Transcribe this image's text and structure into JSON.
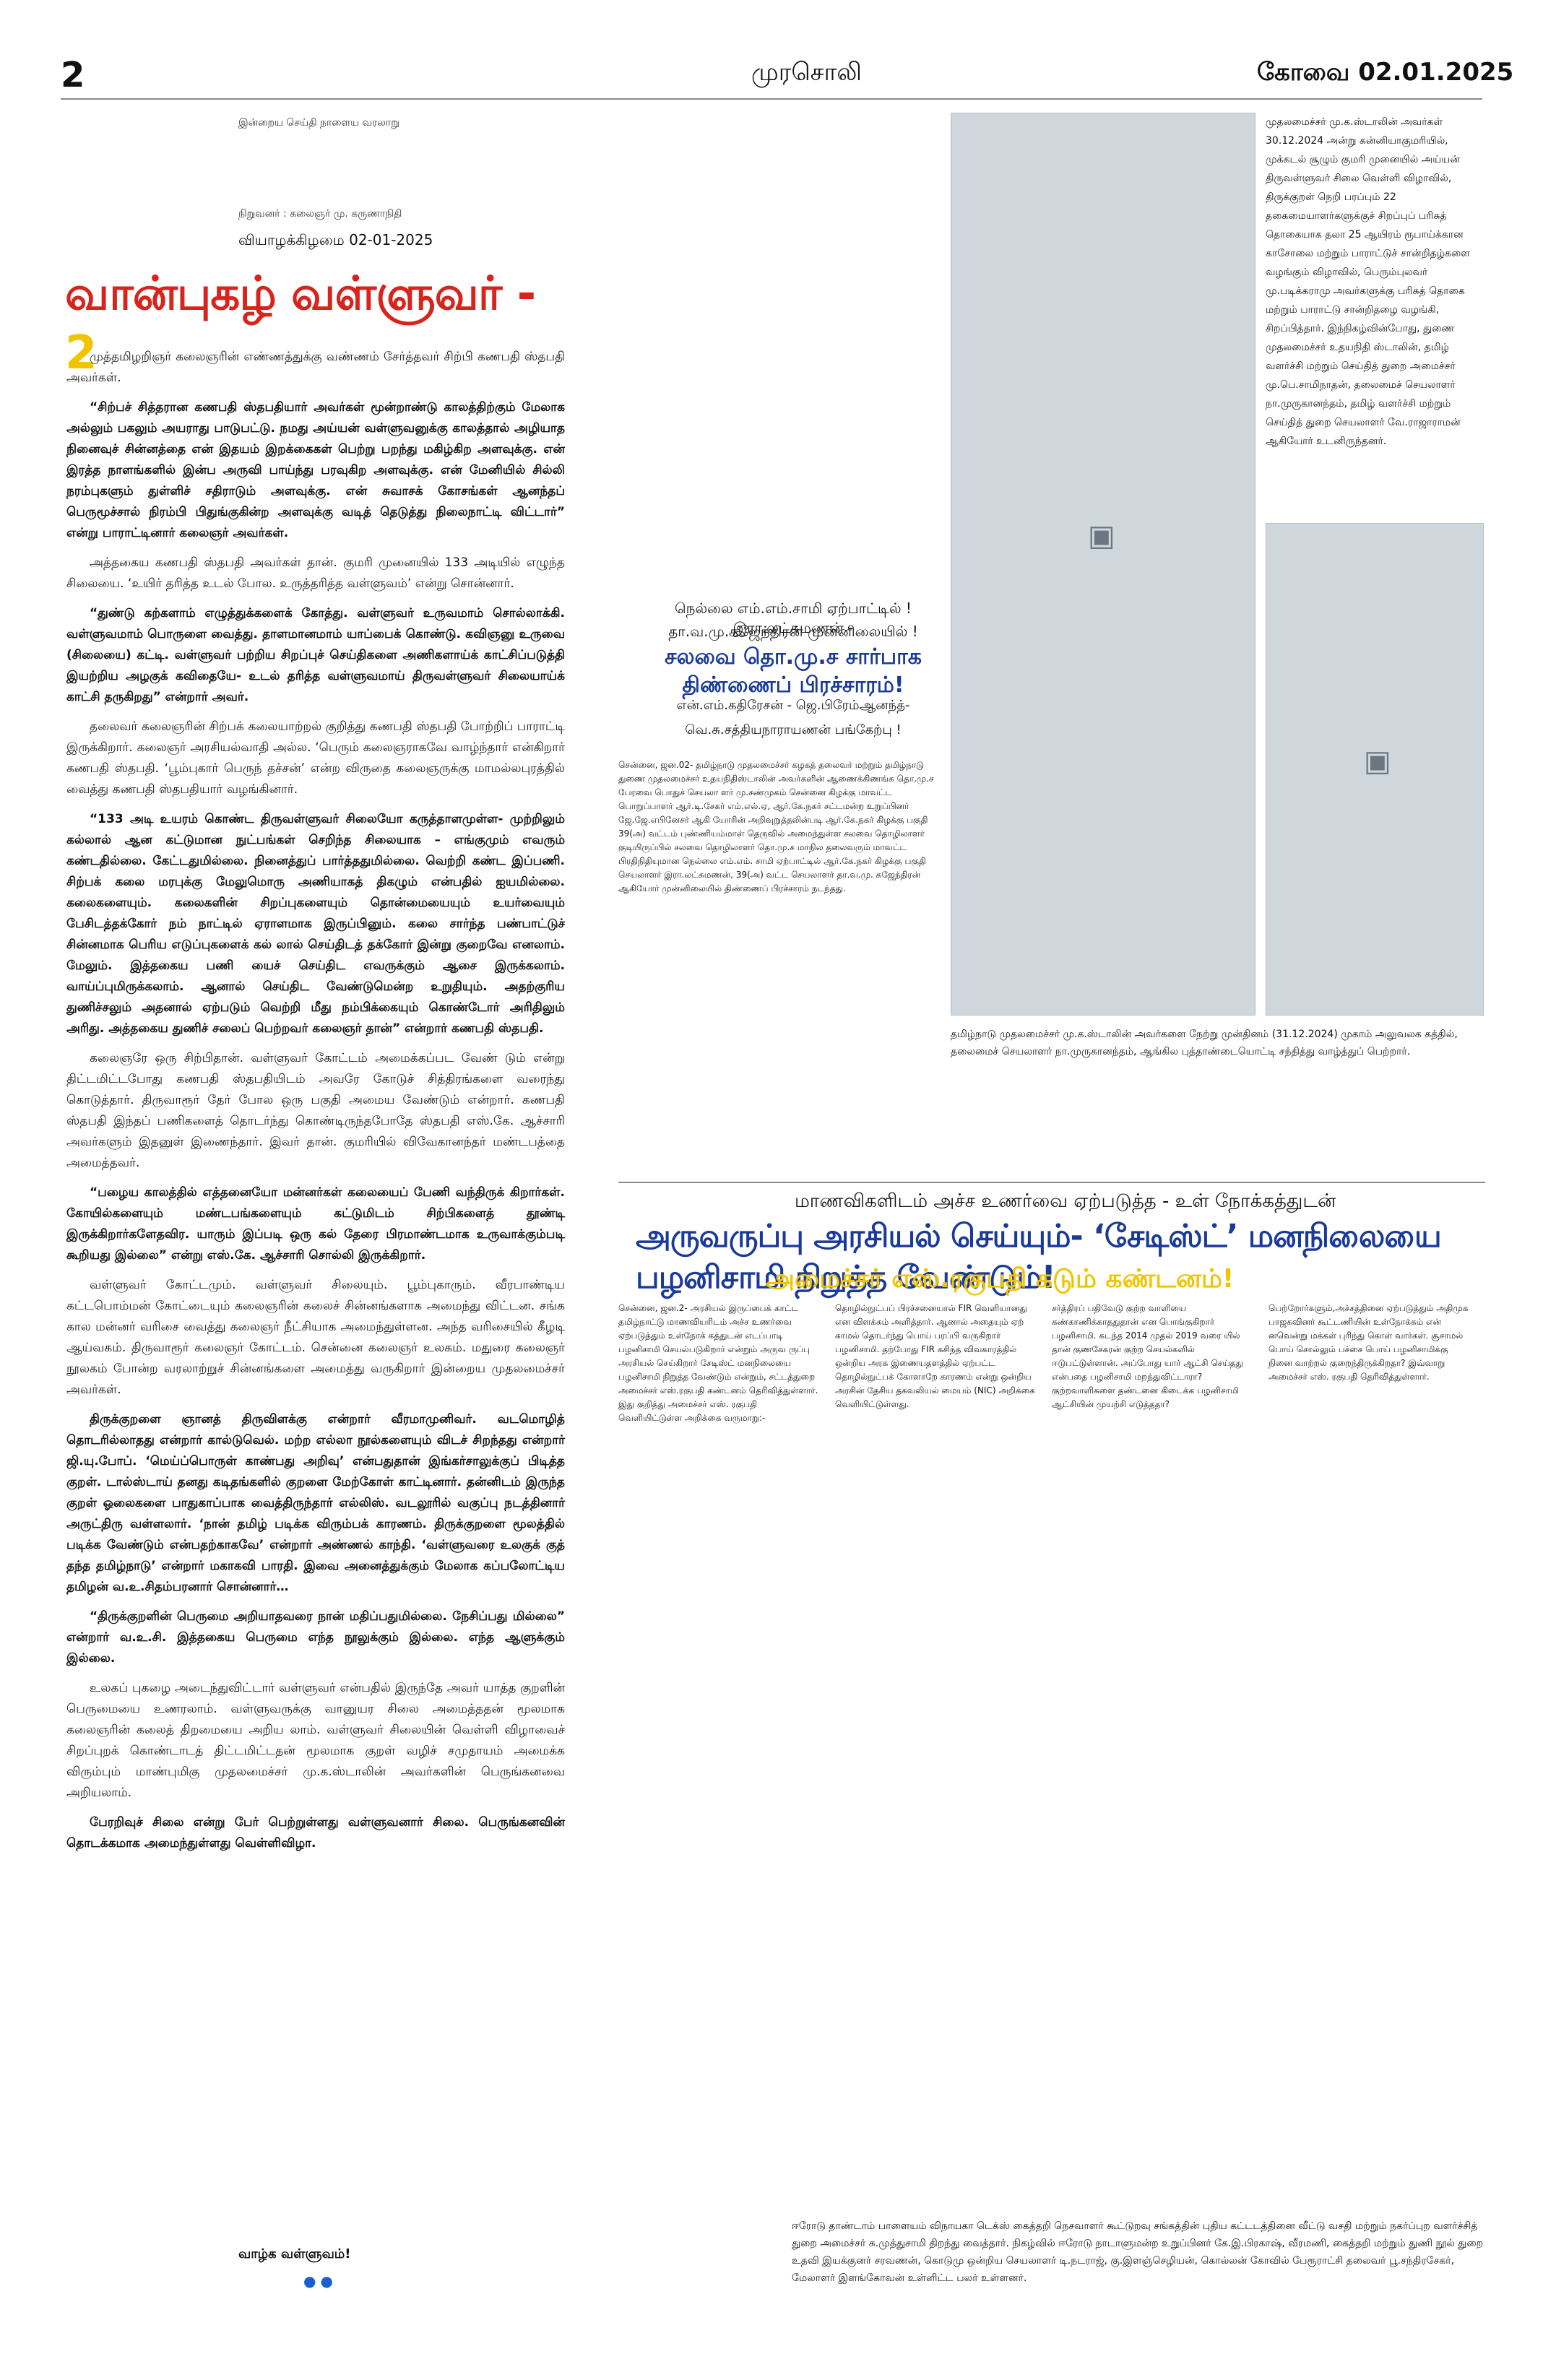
{
  "masthead": {
    "page_no": "2",
    "paper_name": "முரசொலி",
    "edition_date": "கோவை 02.01.2025",
    "tagline": "இன்றைய செய்தி நாளைய வரலாறு",
    "founder": "நிறுவனர் : கலைஞர் மு. கருணாநிதி",
    "issue_date": "வியாழக்கிழமை 02-01-2025"
  },
  "editorial": {
    "title": "வான்புகழ் வள்ளுவர் -",
    "title_num": "2",
    "paragraphs": [
      {
        "text": "முத்தமிழறிஞர் கலைஞரின் எண்ணத்துக்கு வண்ணம் சேர்த்தவர் சிற்பி கணபதி ஸ்தபதி அவர்கள்.",
        "q": false
      },
      {
        "text": "“சிற்பச் சித்தரான கணபதி ஸ்தபதியார் அவர்கள் மூன்றாண்டு காலத்திற்கும் மேலாக அல்லும் பகலும் அயராது பாடுபட்டு. நமது அய்யன் வள்ளுவனுக்கு காலத்தால் அழியாத நினைவுச் சின்னத்தை என் இதயம் இறக்கைகள் பெற்று பறந்து மகிழ்கிற அளவுக்கு. என் இரத்த நாளங்களில் இன்ப அருவி பாய்ந்து பரவுகிற அளவுக்கு. என் மேனியில் சில்லி நரம்புகளும் துள்ளிச் சதிராடும் அளவுக்கு. என் சுவாசக் கோசங்கள் ஆனந்தப் பெருமூச்சால் நிரம்பி பிதுங்குகின்ற அளவுக்கு வடித் தெடுத்து நிலைநாட்டி விட்டார்” என்று பாராட்டினார் கலைஞர் அவர்கள்.",
        "q": true
      },
      {
        "text": "அத்தகைய கணபதி ஸ்தபதி அவர்கள் தான். குமரி முனையில் 133 அடியில் எழுந்த சிலையை. ‘உயிர் தரித்த உடல் போல. உருத்தரித்த வள்ளுவம்’ என்று சொன்னார்.",
        "q": false
      },
      {
        "text": "“துண்டு கற்களாம் எழுத்துக்களைக் கோத்து. வள்ளுவர் உருவமாம் சொல்லாக்கி. வள்ளுவமாம் பொருளை வைத்து. தாளமானமாம் யாப்பைக் கொண்டு. கவிஞனு உருவை (சிலையை) கட்டி. வள்ளுவர் பற்றிய சிறப்புச் செய்திகளை அணிகளாய்க் காட்சிப்படுத்தி இயற்றிய அழகுக் கவிதையே- உடல் தரித்த வள்ளுவமாய் திருவள்ளுவர் சிலையாய்க் காட்சி தருகிறது” என்றார் அவர்.",
        "q": true
      },
      {
        "text": "தலைவர் கலைஞரின் சிற்பக் கலையாற்றல் குறித்து கணபதி ஸ்தபதி போற்றிப் பாராட்டி இருக்கிறார். கலைஞர் அரசியல்வாதி அல்ல. ‘பெரும் கலைஞராகவே வாழ்ந்தார் என்கிறார் கணபதி ஸ்தபதி. ‘பூம்புகார் பெருந் தச்சன்’ என்ற விருதை கலைஞருக்கு மாமல்லபுரத்தில் வைத்து கணபதி ஸ்தபதியார் வழங்கினார்.",
        "q": false
      },
      {
        "text": "“133 அடி உயரம் கொண்ட திருவள்ளுவர் சிலையோ கருத்தாளமுள்ள- முற்றிலும் கல்லால் ஆன கட்டுமான நுட்பங்கள் செறிந்த சிலையாக – எங்குமும் எவரும் கண்டதில்லை. கேட்டதுமில்லை. நினைத்துப் பார்த்ததுமில்லை. வெற்றி கண்ட இப்பணி. சிற்பக் கலை மரபுக்கு மேலுமொரு அணியாகத் திகழும் என்பதில் ஐயமில்லை. கலைகளையும். கலைகளின் சிறப்புகளையும் தொன்மையையும் உயர்வையும் பேசிடத்தக்கோர் நம் நாட்டில் ஏராளமாக இருப்பினும். கலை சார்ந்த பண்பாட்டுச் சின்னமாக பெரிய எடுப்புகளைக் கல் லால் செய்திடத் தக்கோர் இன்று குறைவே எனலாம். மேலும். இத்தகைய பணி யைச் செய்திட எவருக்கும் ஆசை இருக்கலாம். வாய்ப்புமிருக்கலாம். ஆனால் செய்திட வேண்டுமென்ற உறுதியும். அதற்குரிய துணிச்சலும் அதனால் ஏற்படும் வெற்றி மீது நம்பிக்கையும் கொண்டோர் அரிதிலும் அரிது. அத்தகைய துணிச் சலைப் பெற்றவர் கலைஞர் தான்” என்றார் கணபதி ஸ்தபதி.",
        "q": true
      },
      {
        "text": "கலைஞரே ஒரு சிற்பிதான். வள்ளுவர் கோட்டம் அமைக்கப்பட வேண் டும் என்று திட்டமிட்டபோது கணபதி ஸ்தபதியிடம் அவரே கோடுச் சித்திரங்களை வரைந்து கொடுத்தார். திருவாரூர் தேர் போல ஒரு பகுதி அமைய வேண்டும் என்றார். கணபதி ஸ்தபதி இந்தப் பணிகளைத் தொடர்ந்து கொண்டிருந்தபோதே ஸ்தபதி எஸ்.கே. ஆச்சாரி அவர்களும் இதனுள் இணைந்தார். இவர் தான். குமரியில் விவேகானந்தர் மண்டபத்தை அமைத்தவர்.",
        "q": false
      },
      {
        "text": "“பழைய காலத்தில் எத்தனையோ மன்னர்கள் கலையைப் பேணி வந்திருக் கிறார்கள். கோயில்களையும் மண்டபங்களையும் கட்டுமிடம் சிற்பிகளைத் தூண்டி இருக்கிறார்களேதவிர. யாரும் இப்படி ஒரு கல் தேரை பிரமாண்டமாக உருவாக்கும்படி கூறியது இல்லை” என்று எஸ்.கே. ஆச்சாரி சொல்லி இருக்கிறார்.",
        "q": true
      },
      {
        "text": "வள்ளுவர் கோட்டமும். வள்ளுவர் சிலையும். பூம்புகாரும். வீரபாண்டிய கட்டபொம்மன் கோட்டையும் கலைஞரின் கலைச் சின்னங்களாக அமைந்து விட்டன. சங்க கால மன்னர் வரிசை வைத்து கலைஞர் நீட்சியாக அமைந்துள்ளன. அந்த வரிசையில் கீழடி ஆய்வகம். திருவாரூர் கலைஞர் கோட்டம். சென்னை கலைஞர் உலகம். மதுரை கலைஞர் நூலகம் போன்ற வரலாற்றுச் சின்னங்களை அமைத்து வருகிறார் இன்றைய முதலமைச்சர் அவர்கள்.",
        "q": false
      },
      {
        "text": "திருக்குறளை ஞானத் திருவிளக்கு என்றார் வீரமாமுனிவர். வடமொழித் தொடரில்லாதது என்றார் கால்டுவெல். மற்ற எல்லா நூல்களையும் விடச் சிறந்தது என்றார் ஜி.யு.போப். ‘மெய்ப்பொருள் காண்பது அறிவு’ என்பதுதான் இங்கர்சாலுக்குப் பிடித்த குறள். டால்ஸ்டாய் தனது கடிதங்களில் குறளை மேற்கோள் காட்டினார். தன்னிடம் இருந்த குறள் ஓலைகளை பாதுகாப்பாக வைத்திருந்தார் எல்லிஸ். வடலூரில் வகுப்பு நடத்தினார் அருட்திரு வள்ளலார். ‘நான் தமிழ் படிக்க விரும்பக் காரணம். திருக்குறளை மூலத்தில் படிக்க வேண்டும் என்பதற்காகவே’ என்றார் அண்ணல் காந்தி. ‘வள்ளுவரை உலகுக் குத் தந்த தமிழ்நாடு’ என்றார் மகாகவி பாரதி. இவை அனைத்துக்கும் மேலாக கப்பலோட்டிய தமிழன் வ.உ.சிதம்பரனார் சொன்னார்…",
        "q": true
      },
      {
        "text": "“திருக்குறளின் பெருமை அறியாதவரை நான் மதிப்பதுமில்லை. நேசிப்பது மில்லை” என்றார் வ.உ.சி. இத்தகைய பெருமை எந்த நூலுக்கும் இல்லை. எந்த ஆளுக்கும் இல்லை.",
        "q": true
      },
      {
        "text": "உலகப் புகழை அடைந்துவிட்டார் வள்ளுவர் என்பதில் இருந்தே அவர் யாத்த குறளின் பெருமையை உணரலாம். வள்ளுவருக்கு வானுயர சிலை அமைத்ததன் மூலமாக கலைஞரின் கலைத் திறமையை அறிய லாம். வள்ளுவர் சிலையின் வெள்ளி விழாவைச் சிறப்புறக் கொண்டாடத் திட்டமிட்டதன் மூலமாக குறள் வழிச் சமுதாயம் அமைக்க விரும்பும் மாண்புமிகு முதலமைச்சர் மு.க.ஸ்டாலின் அவர்களின் பெருங்கனவை அறியலாம்.",
        "q": false
      },
      {
        "text": "பேரறிவுச் சிலை என்று பேர் பெற்றுள்ளது வள்ளுவனார் சிலை. பெருங்கனவின் தொடக்கமாக அமைந்துள்ளது வெள்ளிவிழா.",
        "q": true
      }
    ],
    "closing": "வாழ்க வள்ளுவம்!"
  },
  "right_top": {
    "text": "முதலமைச்சர் மு.க.ஸ்டாலின் அவர்கள் 30.12.2024 அன்று கன்னியாகுமரியில், முக்கடல் சூழும் குமரி முனையில் அய்யன் திருவள்ளுவர் சிலை வெள்ளி விழாவில், திருக்குறள் நெறி பரப்பும் 22 தகைமையாளர்களுக்குச் சிறப்புப் பரிசுத் தொகையாக தலா 25 ஆயிரம் ரூபாய்க்கான காசோலை மற்றும் பாராட்டுச் சான்றிதழ்களை வழங்கும் விழாவில், பெரும்புலவர் மு.படிக்கராமு அவர்களுக்கு பரிசுத் தொகை மற்றும் பாராட்டு சான்றிதழை வழங்கி, சிறப்பித்தார். இந்நிகழ்வின்போது, துணை முதலமைச்சர் உதயநிதி ஸ்டாலின், தமிழ் வளர்ச்சி மற்றும் செய்தித் துறை அமைச்சர் மு.பெ.சாமிநாதன், தலைமைச் செயலாளர் நா.முருகானந்தம், தமிழ் வளர்ச்சி மற்றும் செய்தித் துறை செயலாளர் வே.ராஜாராமன் ஆகியோர் உடனிருந்தனர்."
  },
  "photo_caption": "தமிழ்நாடு முதலமைச்சர் மு.க.ஸ்டாலின் அவர்களை நேற்று முன்தினம் (31.12.2024) முகாம் அலுவலக கத்தில், தலைமைச் செயலாளர் நா.முருகானந்தம், ஆங்கில புத்தாண்டையொட்டி சந்தித்து வாழ்த்துப் பெற்றார்.",
  "mid_story": {
    "kicker_1": "நெல்லை எம்.எம்.சாமி ஏற்பாட்டில் ! இரா.லட்சுமணன் -",
    "kicker_2": "தா.வ.மு.கஜேந்திரன் முன்னிலையில் !",
    "headline": "சலவை தொ.மு.ச சார்பாக திண்ணைப் பிரச்சாரம்!",
    "sub_1": "என்.எம்.கதிரேசன் - ஜெ.பிரேம்ஆனந்த்-",
    "sub_2": "வெ.சு.சத்தியநாராயணன் பங்கேற்பு !",
    "body": "சென்னை, ஜன.02- தமிழ்நாடு முதலமைச்சர் கழகத் தலைவர் மற்றும் தமிழ்நாடு துணை முதலமைச்சர் உதயநிதிஸ்டாலின் அவர்களின் ஆணைக்கிணங்க தொ.மு.ச பேரவை பொதுச் செயலா ளர் மு.சண்முகம் சென்னை கிழக்கு மாவட்ட பொறுப்பாளர் ஆர்.டி.சேகர் எம்.எல்.ஏ, ஆர்.கே.நகர் சட்டமன்ற உறுப்பினர் ஜே.ஜே.எபினேசர் ஆகி யோரின் அறிவுறுத்தலின்படி ஆர்.கே.நகர் கிழக்கு பகுதி 39(அ) வட்டம் புண்ணியம்மாள் தெருவில் அமைந்துள்ள சலவை தொழிலாளர் குடியிருப்பில் சலவை தொழிலாளர் தொ.மு.ச மாநில தலைவரும் மாவட்ட பிரதிநிதியுமான நெல்லை எம்.எம். சாமி ஏற்பாட்டில் ஆர்.கே.நகர் கிழக்கு பகுதி செயலாளர் இரா.லட்சுமணன், 39(அ) வட்ட செயலாளர் தா.வ.மு. கஜேந்திரன் ஆகியோர் முன்னிலையில் திண்ணைப் பிரச்சாரம் நடந்தது."
  },
  "lead_story": {
    "kicker": "மாணவிகளிடம் அச்ச உணர்வை ஏற்படுத்த - உள் நோக்கத்துடன்",
    "headline": "அருவருப்பு அரசியல் செய்யும்- ‘சேடிஸ்ட்’ மனநிலையை பழனிசாமி நிறுத்த வேண்டும்!",
    "sub": "அமைச்சர் எஸ்.ரகுபதி கடும் கண்டனம்!",
    "columns": [
      "சென்னை, ஜன.2- அரசியல் இருப்பைக் காட்ட தமிழ்நாட்டு மாணவியரிடம் அச்ச உணர்வை ஏற்படுத்தும் உள்நோக் கத்துடன் எடப்பாடி பழனிசாமி செயல்படுகிறார் என்றும் அருவ ருப்பு அரசியல் செய்கிறார் சேடிஸ்ட் மனநிலையை பழனிசாமி நிறுத்த வேண்டும் என்றும், சட்டத்துறை அமைச்சர் எஸ்.ரகுபதி கண்டனம் தெரிவித்துள்ளார். இது குறித்து அமைச்சர் எஸ். ரகுபதி வெளியிட்டுள்ள அறிக்கை வருமாறு:-",
      "தொழில்நுட்பப் பிரச்சனையால் FIR வெளியானது என விளக்கம் அளித்தார். ஆனால் அதையும் ஏற் காமல் தொடர்ந்து பொய் பரப்பி வருகிறார் பழனிசாமி. தற்போது FIR கசிந்த விவகாரத்தில் ஒன்றிய அரசு இணையதளத்தில் ஏற்பட்ட தொழில்நுட்பக் கோளாறே காரணம் என்று ஒன்றிய அரசின் தேசிய தகவலியல் மையம் (NIC) அறிக்கை வெளியிட்டுள்ளது.",
      "சர்த்திரப் பதிவேடு குற்ற வாளியை கண்காணிக்காததுதான் என பொங்குகிறார் பழனிசாமி. கடந்த 2014 முதல் 2019 வரை யில் தான் குணசேகரன் குற்ற செயல்களில் ஈடுபட்டுள்ளான். அப்போது யார் ஆட்சி செய்தது என்பதை பழனிசாமி மறந்துவிட்டாரா? குற்றவாளிகளை தண்டனை கிடைக்க பழனிசாமி ஆட்சியின் முயற்சி எடுத்ததா?",
      "பெற்றோர்களும்,அச்சத்தினை ஏற்படுத்தும் அதிமுக பாஜகவினர் கூட்டணியின் உள்நோக்கம் என் னவென்று மக்கள் புரிந்து கொள் வார்கள். சூசாமல் பொய் சொல்லும் பச்சை பொய் பழனிசாமிக்கு நினை வாற்றல் குறைந்திருக்கிறதா? இவ்வாறு அமைச்சர் எஸ். ரகுபதி தெரிவித்துள்ளார்."
    ]
  },
  "bottom_caption": "ஈரோடு தாண்டாம் பாளையம் விநாயகா டெக்ஸ் கைத்தறி நெசவாளர் கூட்டுறவு சங்கத்தின் புதிய கட்டடத்தினை வீட்டு வசதி மற்றும் நகர்ப்புற வளர்ச்சித் துறை அமைச்சர் சு.முத்துசாமி திறந்து வைத்தார். நிகழ்வில் ஈரோடு நாடாளுமன்ற உறுப்பினர் கே.இ.பிரகாஷ், வீரமணி, கைத்தறி மற்றும் துணி நூல் துறை உதவி இயக்குனர் சரவணன், கொடுமு ஒன்றிய செயலாளர் டி.நடராஜ், கு.இளஞ்செழியன், கொல்லன் கோவில் பேரூராட்சி தலைவர் பூ.சந்திரசேகர், மேலாளர் இளங்கோவன் உள்ளிட்ட பலர் உள்ளனர்."
}
